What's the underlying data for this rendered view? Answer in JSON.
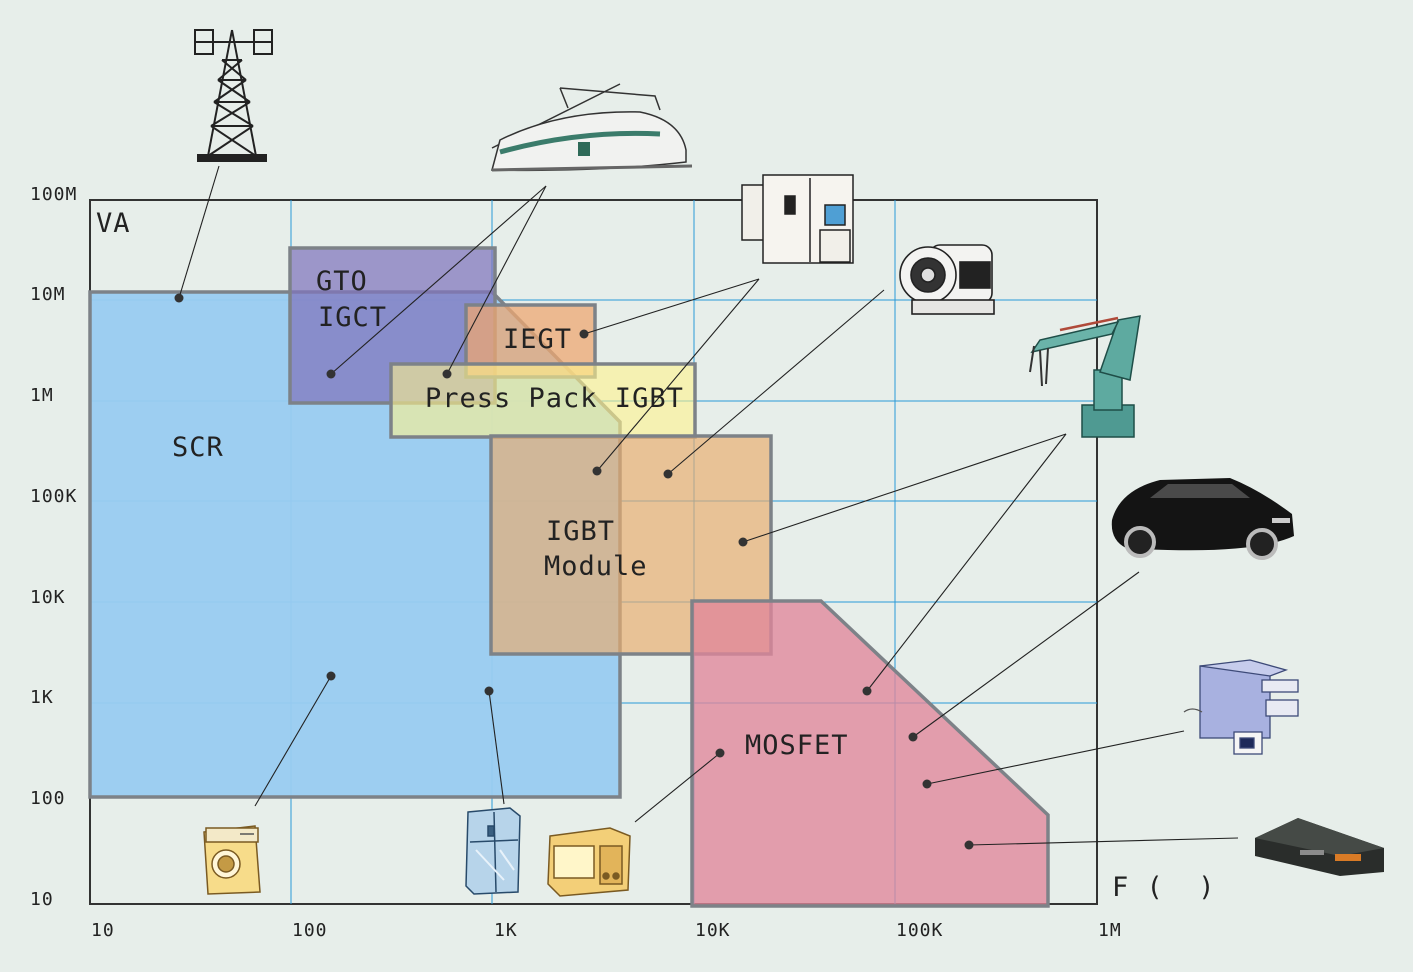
{
  "axes": {
    "y_unit": "VA",
    "x_unit": "F (  )",
    "y_ticks": [
      "100M",
      "10M",
      "1M",
      "100K",
      "10K",
      "1K",
      "100",
      "10"
    ],
    "x_ticks": [
      "10",
      "100",
      "1K",
      "10K",
      "100K",
      "1M"
    ],
    "scale": "log-log"
  },
  "regions": {
    "scr": "SCR",
    "gto": "GTO",
    "igct": "IGCT",
    "iegt": "IEGT",
    "press_pack": "Press Pack IGBT",
    "igbt_module_1": "IGBT",
    "igbt_module_2": "Module",
    "mosfet": "MOSFET"
  },
  "colors": {
    "scr": "#99cbf1",
    "gto": "#7f74bd",
    "iegt": "#ebb07c",
    "press_pack": "#fff394",
    "igbt_module": "#e8b981",
    "mosfet": "#e0969e",
    "background": "#e7eeea",
    "grid": "#2a9ad8"
  },
  "icons": [
    "power-tower-icon",
    "train-icon",
    "industrial-machine-icon",
    "motor-icon",
    "robot-arm-icon",
    "car-icon",
    "printer-icon",
    "vcr-icon",
    "washing-machine-icon",
    "refrigerator-icon",
    "microwave-icon"
  ]
}
